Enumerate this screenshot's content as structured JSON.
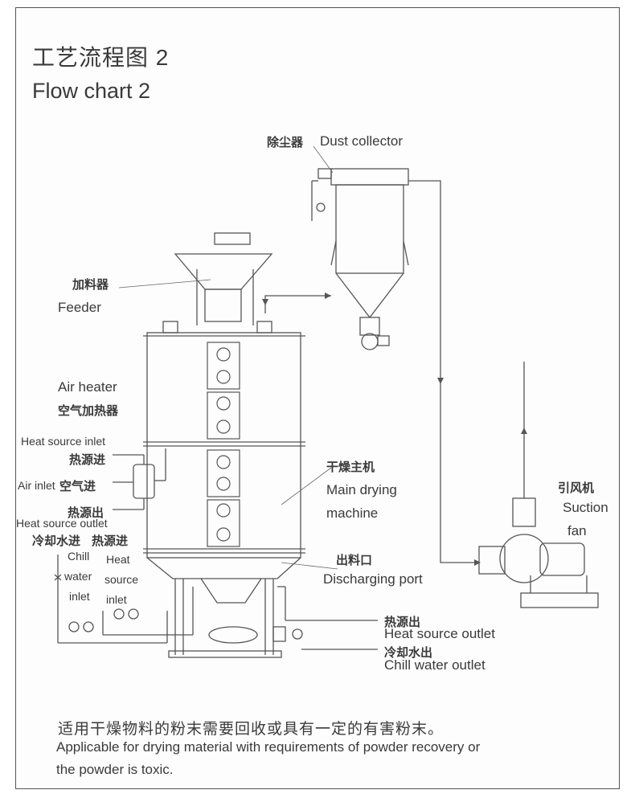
{
  "title": {
    "cn": "工艺流程图 2",
    "en": "Flow chart 2"
  },
  "labels": {
    "dust_collector_cn": "除尘器",
    "dust_collector_en": "Dust collector",
    "feeder_cn": "加料器",
    "feeder_en": "Feeder",
    "air_heater_en": "Air heater",
    "air_heater_cn": "空气加热器",
    "heat_source_inlet_en": "Heat source inlet",
    "heat_source_inlet_cn": "热源进",
    "air_inlet_en": "Air inlet",
    "air_inlet_cn": "空气进",
    "heat_source_outlet_cn": "热源出",
    "heat_source_outlet_en": "Heat source outlet",
    "chill_water_inlet_cn": "冷却水进",
    "heat_source_in_cn": "热源进",
    "chill_en": "Chill",
    "water_en": "water",
    "inlet_en": "inlet",
    "heat_en": "Heat",
    "source_en": "source",
    "inlet2_en": "inlet",
    "main_drying_cn": "干燥主机",
    "main_drying_en1": "Main drying",
    "main_drying_en2": "machine",
    "discharging_cn": "出料口",
    "discharging_en": "Discharging port",
    "suction_fan_cn": "引风机",
    "suction_fan_en1": "Suction",
    "suction_fan_en2": "fan",
    "bottom_heat_out_cn": "热源出",
    "bottom_heat_out_en": "Heat source outlet",
    "bottom_chill_out_cn": "冷却水出",
    "bottom_chill_out_en": "Chill water outlet"
  },
  "caption": {
    "cn": "适用干燥物料的粉末需要回收或具有一定的有害粉末。",
    "en1": "Applicable for drying material with requirements of powder recovery or",
    "en2": "the powder is toxic."
  }
}
